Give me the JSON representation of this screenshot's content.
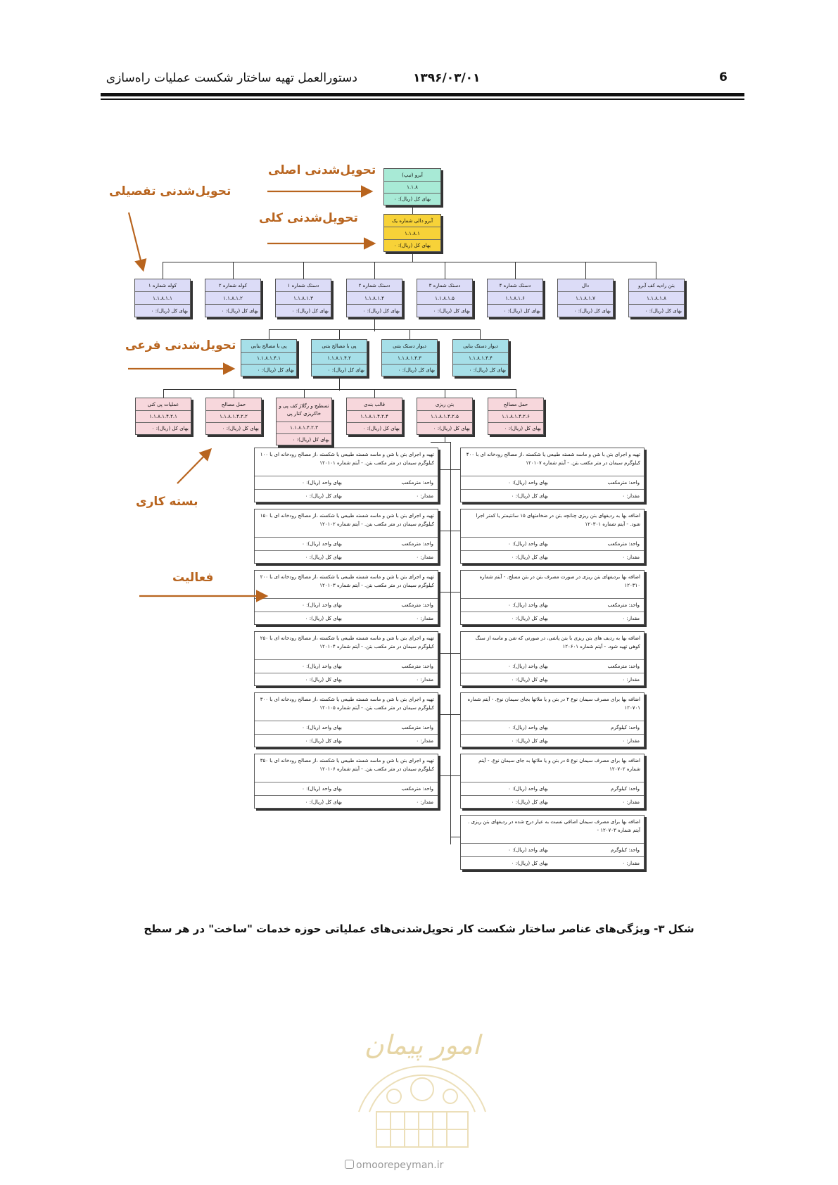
{
  "header": {
    "page_number": "6",
    "date": "۱۳۹۶/۰۳/۰۱",
    "title": "دستورالعمل تهیه ساختار شکست عملیات راه‌سازی"
  },
  "annotations": {
    "main_deliverable": "تحویل‌شدنی اصلی",
    "detailed_deliverable": "تحویل‌شدنی تفصیلی",
    "overall_deliverable": "تحویل‌شدنی کلی",
    "sub_deliverable": "تحویل‌شدنی فرعی",
    "work_package": "بسته کاری",
    "activity": "فعالیت"
  },
  "level1": {
    "name": "آبرو (تیپ)",
    "code": "۱.۱.۸",
    "cost": "بهای کل (ریال): ۰"
  },
  "level2": {
    "name": "آبرو دالی شماره یک",
    "code": "۱.۱.۸.۱",
    "cost": "بهای کل (ریال): ۰"
  },
  "level3": [
    {
      "name": "بتن رادیه کف آبرو",
      "code": "۱.۱.۸.۱.۸",
      "cost": "بهای کل (ریال): ۰"
    },
    {
      "name": "دال",
      "code": "۱.۱.۸.۱.۷",
      "cost": "بهای کل (ریال): ۰"
    },
    {
      "name": "دستک شماره ۴",
      "code": "۱.۱.۸.۱.۶",
      "cost": "بهای کل (ریال): ۰"
    },
    {
      "name": "دستک شماره ۳",
      "code": "۱.۱.۸.۱.۵",
      "cost": "بهای کل (ریال): ۰"
    },
    {
      "name": "دستک شماره ۲",
      "code": "۱.۱.۸.۱.۴",
      "cost": "بهای کل (ریال): ۰"
    },
    {
      "name": "دستک شماره ۱",
      "code": "۱.۱.۸.۱.۳",
      "cost": "بهای کل (ریال): ۰"
    },
    {
      "name": "کوله شماره ۲",
      "code": "۱.۱.۸.۱.۲",
      "cost": "بهای کل (ریال): ۰"
    },
    {
      "name": "کوله شماره ۱",
      "code": "۱.۱.۸.۱.۱",
      "cost": "بهای کل (ریال): ۰"
    }
  ],
  "level4": [
    {
      "name": "دیوار دستک بنایی",
      "code": "۱.۱.۸.۱.۴.۴",
      "cost": "بهای کل (ریال): ۰"
    },
    {
      "name": "دیوار دستک بتنی",
      "code": "۱.۱.۸.۱.۴.۳",
      "cost": "بهای کل (ریال): ۰"
    },
    {
      "name": "پی با مصالح بتنی",
      "code": "۱.۱.۸.۱.۴.۲",
      "cost": "بهای کل (ریال): ۰"
    },
    {
      "name": "پی با مصالح بنایی",
      "code": "۱.۱.۸.۱.۴.۱",
      "cost": "بهای کل (ریال): ۰"
    }
  ],
  "level5": [
    {
      "name": "حمل مصالح",
      "code": "۱.۱.۸.۱.۴.۲.۶",
      "cost": "بهای کل (ریال): ۰"
    },
    {
      "name": "بتن ریزی",
      "code": "۱.۱.۸.۱.۴.۲.۵",
      "cost": "بهای کل (ریال): ۰"
    },
    {
      "name": "قالب بندی",
      "code": "۱.۱.۸.۱.۴.۲.۴",
      "cost": "بهای کل (ریال): ۰"
    },
    {
      "name": "تسطیح و رگلاژ کف پی و خاکریزی کنار پی",
      "code": "۱.۱.۸.۱.۴.۲.۳",
      "cost": "بهای کل (ریال): ۰"
    },
    {
      "name": "حمل مصالح",
      "code": "۱.۱.۸.۱.۴.۲.۲",
      "cost": "بهای کل (ریال): ۰"
    },
    {
      "name": "عملیات پی کنی",
      "code": "۱.۱.۸.۱.۴.۲.۱",
      "cost": "بهای کل (ریال): ۰"
    }
  ],
  "activities_right": [
    {
      "desc": "تهیه و اجرای بتن با شن و ماسه شسته طبیعی یا شکسته ،از مصالح رودخانه ای با ۴۰۰ کیلوگرم سیمان در متر مکعب بتن. - آیتم شماره ۱۲۰۱۰۷",
      "unit": "واحد: مترمکعب",
      "unit_price": "بهای واحد (ریال): ۰",
      "qty": "مقدار: ۰",
      "total": "بهای کل (ریال): ۰"
    },
    {
      "desc": "اضافه بها به ردیفهای بتن ریزی چنانچه بتن در ضخامتهای ۱۵ سانتیمتر یا کمتر اجرا شود. - آیتم شماره ۱۲۰۳۰۱",
      "unit": "واحد: مترمکعب",
      "unit_price": "بهای واحد (ریال): ۰",
      "qty": "مقدار: ۰",
      "total": "بهای کل (ریال): ۰"
    },
    {
      "desc": "اضافه بها بردیفهای بتن ریزی در صورت مصرف بتن در بتن مسلح. - آیتم شماره ۱۲۰۳۱۰",
      "unit": "واحد: مترمکعب",
      "unit_price": "بهای واحد (ریال): ۰",
      "qty": "مقدار: ۰",
      "total": "بهای کل (ریال): ۰"
    },
    {
      "desc": "اضافه بها به ردیف های بتن ریزی با بتن پاشی، در صورتی که شن و ماسه از سنگ کوهی تهیه شود. - آیتم شماره ۱۲۰۶۰۱",
      "unit": "واحد: مترمکعب",
      "unit_price": "بهای واحد (ریال): ۰",
      "qty": "مقدار: ۰",
      "total": "بهای کل (ریال): ۰"
    },
    {
      "desc": "اضافه بها برای مصرف سیمان نوع ۲ در بتن و یا ملاتها بجای سیمان نوع. - آیتم شماره ۱۲۰۷۰۱",
      "unit": "واحد: کیلوگرم",
      "unit_price": "بهای واحد (ریال): ۰",
      "qty": "مقدار: ۰",
      "total": "بهای کل (ریال): ۰"
    },
    {
      "desc": "اضافه بها برای مصرف سیمان نوع ۵ در بتن و یا ملاتها به جای سیمان نوع. - آیتم شماره ۱۲۰۷۰۲",
      "unit": "واحد: کیلوگرم",
      "unit_price": "بهای واحد (ریال): ۰",
      "qty": "مقدار: ۰",
      "total": "بهای کل (ریال): ۰"
    },
    {
      "desc": "اضافه بها برای مصرف سیمان اضافی نسبت به عیار درج شده در ردیفهای بتن ریزی . آیتم شماره ۱۲۰۷۰۳ -",
      "unit": "واحد: کیلوگرم",
      "unit_price": "بهای واحد (ریال): ۰",
      "qty": "مقدار: ۰",
      "total": "بهای کل (ریال): ۰"
    }
  ],
  "activities_left": [
    {
      "desc": "تهیه و اجرای بتن با شن و ماسه شسته طبیعی یا شکسته ،از مصالح رودخانه ای با ۱۰۰ کیلوگرم سیمان در متر مکعب بتن. - آیتم شماره ۱۲۰۱۰۱",
      "unit": "واحد: مترمکعب",
      "unit_price": "بهای واحد (ریال): ۰",
      "qty": "مقدار: ۰",
      "total": "بهای کل (ریال): ۰"
    },
    {
      "desc": "تهیه و اجرای بتن با شن و ماسه شسته طبیعی یا شکسته ،از مصالح رودخانه ای با ۱۵۰ کیلوگرم سیمان در متر مکعب بتن. - آیتم شماره ۱۲۰۱۰۲",
      "unit": "واحد: مترمکعب",
      "unit_price": "بهای واحد (ریال): ۰",
      "qty": "مقدار: ۰",
      "total": "بهای کل (ریال): ۰"
    },
    {
      "desc": "تهیه و اجرای بتن با شن و ماسه شسته طبیعی یا شکسته ،از مصالح رودخانه ای با ۲۰۰ کیلوگرم سیمان در متر مکعب بتن. - آیتم شماره ۱۲۰۱۰۳",
      "unit": "واحد: مترمکعب",
      "unit_price": "بهای واحد (ریال): ۰",
      "qty": "مقدار: ۰",
      "total": "بهای کل (ریال): ۰"
    },
    {
      "desc": "تهیه و اجرای بتن با شن و ماسه شسته طبیعی یا شکسته ،از مصالح رودخانه ای با ۲۵۰ کیلوگرم سیمان در متر مکعب بتن. - آیتم شماره ۱۲۰۱۰۴",
      "unit": "واحد: مترمکعب",
      "unit_price": "بهای واحد (ریال): ۰",
      "qty": "مقدار: ۰",
      "total": "بهای کل (ریال): ۰"
    },
    {
      "desc": "تهیه و اجرای بتن با شن و ماسه شسته طبیعی یا شکسته ،از مصالح رودخانه ای با ۳۰۰ کیلوگرم سیمان در متر مکعب بتن. - آیتم شماره ۱۲۰۱۰۵",
      "unit": "واحد: مترمکعب",
      "unit_price": "بهای واحد (ریال): ۰",
      "qty": "مقدار: ۰",
      "total": "بهای کل (ریال): ۰"
    },
    {
      "desc": "تهیه و اجرای بتن با شن و ماسه شسته طبیعی یا شکسته ،از مصالح رودخانه ای با ۳۵۰ کیلوگرم سیمان در متر مکعب بتن. - آیتم شماره ۱۲۰۱۰۶",
      "unit": "واحد: مترمکعب",
      "unit_price": "بهای واحد (ریال): ۰",
      "qty": "مقدار: ۰",
      "total": "بهای کل (ریال): ۰"
    }
  ],
  "caption": "شکل ۳- ویژگی‌های عناصر ساختار شکست کار تحویل‌شدنی‌های عملیاتی حوزه خدمات \"ساخت\" در هر سطح",
  "watermark": {
    "seal_text": "امور پیمان",
    "site": "omoorepeyman.ir",
    "site_icon": "instagram-icon"
  },
  "colors": {
    "accent": "#b8641e",
    "green": "#a8ead6",
    "yellow": "#f7d238",
    "lavender": "#dcdcf7",
    "cyan": "#a6dfe8",
    "pink": "#f7d7dc"
  }
}
